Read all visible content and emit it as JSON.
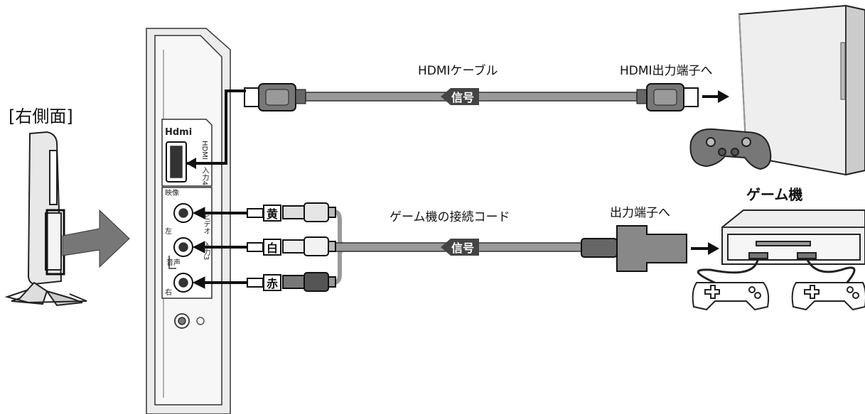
{
  "side_label": "[右側面]",
  "tv_panel": {
    "hdmi_logo": "Hdmi",
    "hdmi_port_label": "HDMI　入力4",
    "video_label": "映像",
    "left_label": "左",
    "audio_label": "音声",
    "right_label": "右",
    "video_input_label": "ビデオ　入力3"
  },
  "hdmi_connection": {
    "cable_label": "HDMIケーブル",
    "output_label": "HDMI出力端子へ",
    "signal_label": "信号"
  },
  "game_connection": {
    "device_label": "ゲーム機",
    "cable_label": "ゲーム機の接続コード",
    "output_label": "出力端子へ",
    "signal_label": "信号",
    "plugs": [
      {
        "color_name": "黄",
        "color": "#e6e6e6"
      },
      {
        "color_name": "白",
        "color": "#f2f2f2"
      },
      {
        "color_name": "赤",
        "color": "#555555"
      }
    ]
  }
}
